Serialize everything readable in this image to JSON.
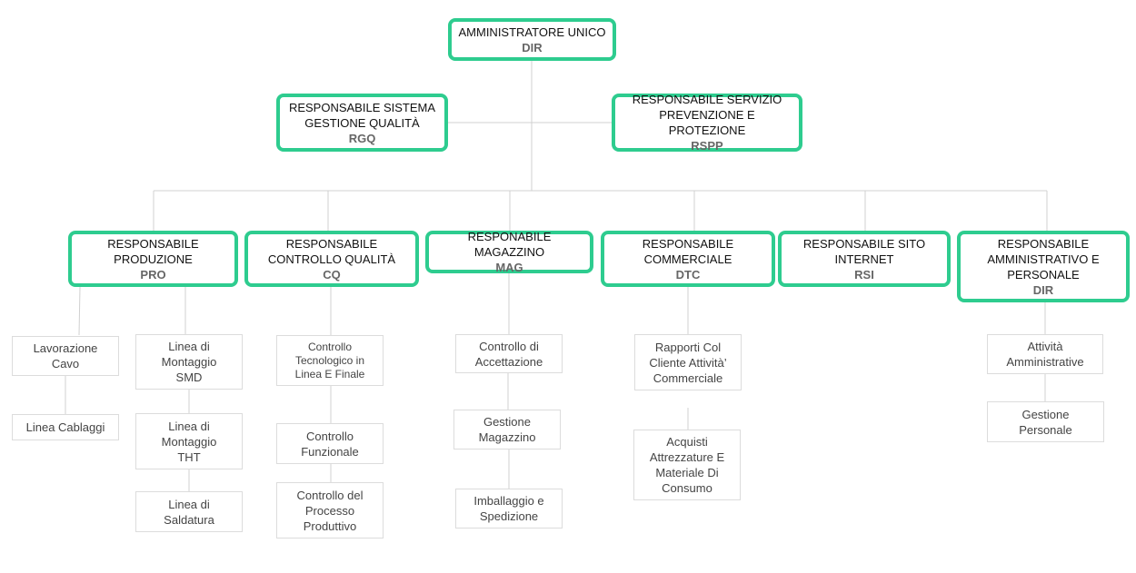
{
  "top": {
    "title": "AMMINISTRATORE UNICO",
    "code": "DIR"
  },
  "staff": {
    "rgq": {
      "title_1": "RESPONSABILE SISTEMA",
      "title_2": "GESTIONE QUALITÀ",
      "code": "RGQ"
    },
    "rspp": {
      "title_1": "RESPONSABILE SERVIZIO",
      "title_2": "PREVENZIONE E PROTEZIONE",
      "code": "RSPP"
    }
  },
  "departments": {
    "pro": {
      "title_1": "RESPONSABILE",
      "title_2": "PRODUZIONE",
      "code": "PRO",
      "tasks": [
        "Lavorazione Cavo",
        "Linea Cablaggi",
        "Linea di Montaggio SMD",
        "Linea di Montaggio THT",
        "Linea di Saldatura"
      ]
    },
    "cq": {
      "title_1": "RESPONSABILE",
      "title_2": "CONTROLLO QUALITÀ",
      "code": "CQ",
      "tasks": [
        "Controllo Tecnologico in Linea E Finale",
        "Controllo Funzionale",
        "Controllo del Processo Produttivo"
      ]
    },
    "mag": {
      "title_1": "RESPONABILE MAGAZZINO",
      "code": "MAG",
      "tasks": [
        "Controllo di Accettazione",
        "Gestione Magazzino",
        "Imballaggio e Spedizione"
      ]
    },
    "dtc": {
      "title_1": "RESPONSABILE",
      "title_2": "COMMERCIALE",
      "code": "DTC",
      "tasks": [
        "Rapporti Col Cliente Attività’ Commerciale",
        "Acquisti Attrezzature E Materiale Di Consumo"
      ]
    },
    "rsi": {
      "title_1": "RESPONSABILE SITO",
      "title_2": "INTERNET",
      "code": "RSI"
    },
    "amm": {
      "title_1": "RESPONSABILE",
      "title_2": "AMMINISTRATIVO E",
      "title_3": "PERSONALE",
      "code": "DIR",
      "tasks": [
        "Attività Amministrative",
        "Gestione Personale"
      ]
    }
  },
  "colors": {
    "node_border": "#2ecc8f",
    "connector": "#d0d0d0",
    "leaf_border": "#dcdcdc"
  }
}
